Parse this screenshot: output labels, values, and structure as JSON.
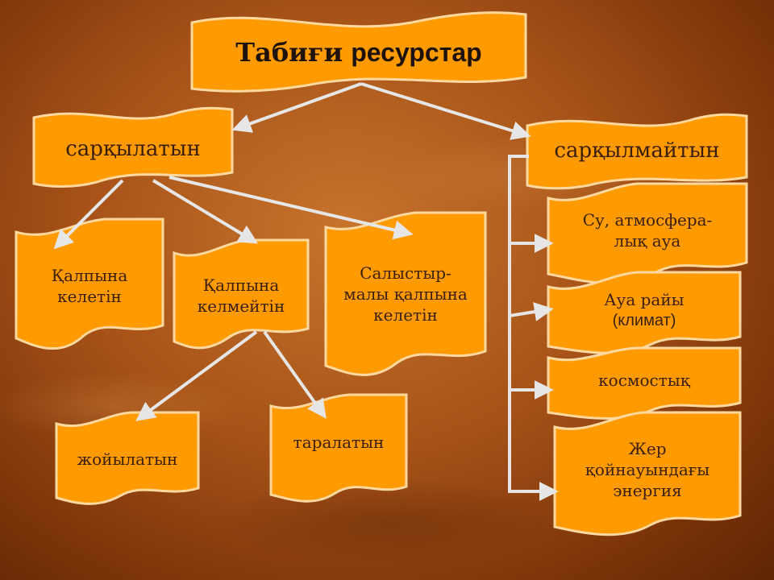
{
  "diagram": {
    "title_part1": "Табиғи",
    "title_part2": "ресурстар",
    "renewable": "сарқылатын",
    "nonrenewable": "сарқылмайтын",
    "restorable": "Қалпына\nкелетін",
    "nonrestorable": "Қалпына\nкелмейтін",
    "relatively_restorable": "Салыстыр-\nмалы қалпына\nкелетін",
    "depleting": "жойылатын",
    "dispersing": "таралатын",
    "water_air": "Су, атмосфера-\nлық ауа",
    "climate_line1": "Ауа райы",
    "climate_line2": "(климат)",
    "cosmic": "космостық",
    "geothermal": "Жер\nқойнауындағы\nэнергия"
  },
  "colors": {
    "box_fill": "#ff9a00",
    "box_border": "#ffd9a0",
    "text": "#3a1f0a",
    "arrow": "#e6e6e6"
  }
}
